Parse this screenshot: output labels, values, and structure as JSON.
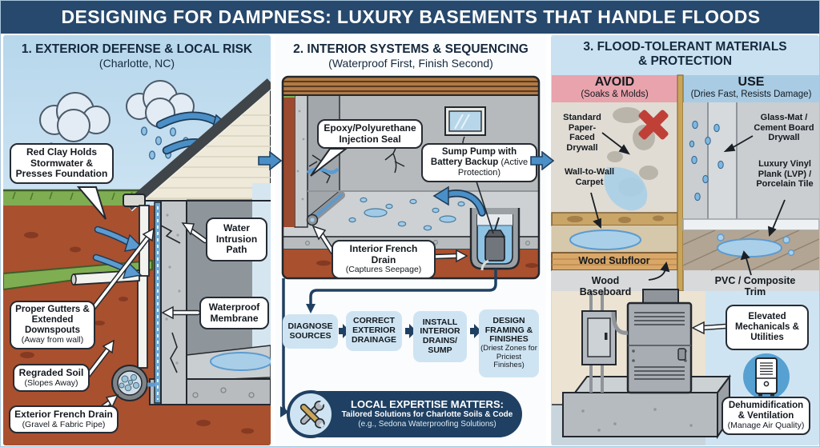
{
  "title": "DESIGNING FOR DAMPNESS: LUXURY BASEMENTS THAT HANDLE FLOODS",
  "colors": {
    "navy": "#27496d",
    "arrow_blue": "#4a8fc7",
    "avoid_pink": "#e8a3ac",
    "use_blue": "#a9cce4",
    "flow_blue": "#cfe4f2",
    "red_x": "#c04038"
  },
  "panel1": {
    "heading": "1. EXTERIOR DEFENSE & LOCAL RISK",
    "subheading": "(Charlotte, NC)",
    "callouts": {
      "red_clay": {
        "label": "Red Clay Holds Stormwater & Presses Foundation"
      },
      "water_intrusion": {
        "label": "Water Intrusion Path"
      },
      "gutters": {
        "label": "Proper Gutters & Extended Downspouts",
        "sub": "(Away from wall)"
      },
      "membrane": {
        "label": "Waterproof Membrane"
      },
      "regraded": {
        "label": "Regraded Soil",
        "sub": "(Slopes Away)"
      },
      "french_drain": {
        "label": "Exterior French Drain",
        "sub": "(Gravel & Fabric Pipe)"
      }
    }
  },
  "panel2": {
    "heading": "2. INTERIOR SYSTEMS & SEQUENCING",
    "subheading": "(Waterproof First, Finish Second)",
    "callouts": {
      "epoxy": {
        "label": "Epoxy/Polyurethane Injection Seal"
      },
      "sump": {
        "label": "Sump Pump with Battery Backup",
        "sub": "(Active Protection)"
      },
      "drain": {
        "label": "Interior French Drain",
        "sub": "(Captures Seepage)"
      }
    },
    "flow": [
      {
        "label": "DIAGNOSE SOURCES"
      },
      {
        "label": "CORRECT EXTERIOR DRAINAGE"
      },
      {
        "label": "INSTALL INTERIOR DRAINS/ SUMP"
      },
      {
        "label": "DESIGN FRAMING & FINISHES",
        "sub": "(Driest Zones for Priciest Finishes)"
      }
    ],
    "expertise": {
      "title": "LOCAL EXPERTISE MATTERS:",
      "line2": "Tailored Solutions for Charlotte Soils & Code",
      "line3": "(e.g., Sedona Waterproofing Solutions)"
    }
  },
  "panel3": {
    "heading_line1": "3. FLOOD-TOLERANT MATERIALS",
    "heading_line2": "& PROTECTION",
    "avoid": {
      "title": "AVOID",
      "sub": "(Soaks & Molds)"
    },
    "use": {
      "title": "USE",
      "sub": "(Dries Fast, Resists Damage)"
    },
    "labels": {
      "paper_drywall": "Standard Paper-Faced Drywall",
      "carpet": "Wall-to-Wall Carpet",
      "subfloor": "Wood Subfloor",
      "baseboard": "Wood Baseboard",
      "glass_mat": "Glass-Mat / Cement Board Drywall",
      "lvp": "Luxury Vinyl Plank (LVP) / Porcelain Tile",
      "pvc": "PVC / Composite Trim"
    },
    "callouts": {
      "mechanicals": {
        "label": "Elevated Mechanicals & Utilities"
      },
      "dehumid": {
        "label": "Dehumidification & Ventilation",
        "sub": "(Manage Air Quality)"
      }
    }
  }
}
